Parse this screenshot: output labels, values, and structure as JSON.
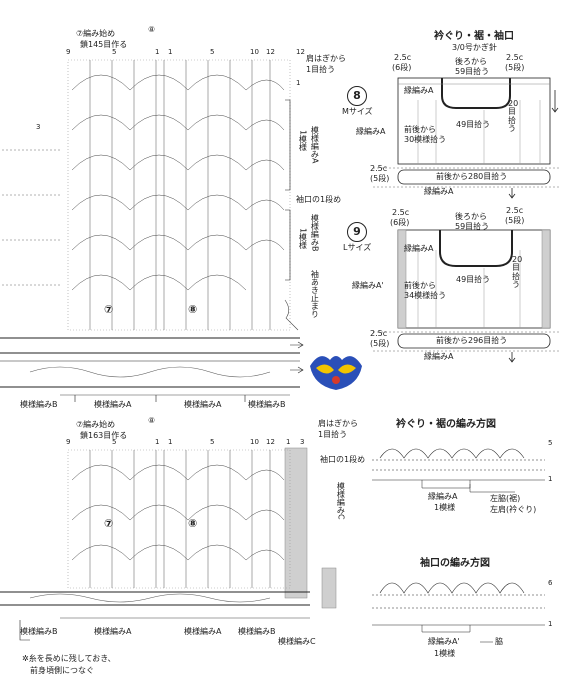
{
  "top_chart": {
    "start_note": "⑦編み始め",
    "start_count": "鎖145目作る",
    "mark8": "⑧",
    "pickup_note_1": "肩はぎから",
    "pickup_note_2": "1目拾う",
    "col_numbers": [
      "9",
      "5",
      "1",
      "1",
      "5",
      "10",
      "12",
      "12"
    ],
    "right_row_label": "1",
    "left_row_label": "3",
    "pattern_a_label": "模様編みA",
    "pattern_a_unit": "1模様",
    "sleeve_row1": "袖口の1段め",
    "pattern_b_label": "模様編みB",
    "pattern_b_unit": "1模様",
    "armhole_stop": "袖あき止まり",
    "piece_a": "⑦",
    "piece_b": "⑧",
    "bottom_labels": [
      "模様編みB",
      "模様編みA",
      "模様編みA",
      "模様編みB"
    ]
  },
  "bottom_chart": {
    "start_note": "⑦編み始め",
    "start_count": "鎖163目作る",
    "mark8": "⑧",
    "pickup_note_1": "肩はぎから",
    "pickup_note_2": "1目拾う",
    "col_numbers": [
      "9",
      "5",
      "1",
      "1",
      "5",
      "10",
      "12",
      "1",
      "3"
    ],
    "sleeve_row1": "袖口の1段め",
    "pattern_c_label": "模様編みC",
    "piece_a": "⑦",
    "piece_b": "⑧",
    "bottom_labels": [
      "模様編みB",
      "模様編みA",
      "模様編みA",
      "模様編みB",
      "模様編みC"
    ],
    "footnote_1": "✲糸を長めに残しておき、",
    "footnote_2": "前身頃側につなぐ"
  },
  "neck_section": {
    "title": "衿ぐり・裾・袖口",
    "hook": "3/0号かぎ針",
    "m": {
      "size_num": "8",
      "size_label": "Mサイズ",
      "left_count": "2.5c",
      "left_rows": "(6段)",
      "back_pick_1": "後ろから",
      "back_pick_2": "59目拾う",
      "right_count": "2.5c",
      "right_rows": "(5段)",
      "edge_a": "縁編みA",
      "edge_a2": "縁編みA",
      "front_pick_1": "前後から",
      "front_pick_2": "30模様拾う",
      "front_pick_3": "49目拾う",
      "side_pick": "20目拾う",
      "hem_count": "2.5c",
      "hem_rows": "(5段)",
      "hem_pick": "前後から280目拾う",
      "hem_edge": "縁編みA"
    },
    "l": {
      "size_num": "9",
      "size_label": "Lサイズ",
      "left_count": "2.5c",
      "left_rows": "(6段)",
      "back_pick_1": "後ろから",
      "back_pick_2": "59目拾う",
      "right_count": "2.5c",
      "right_rows": "(5段)",
      "edge_a": "縁編みA",
      "edge_a_prime": "縁編みA'",
      "front_pick_1": "前後から",
      "front_pick_2": "34模様拾う",
      "front_pick_3": "49目拾う",
      "side_pick": "20目拾う",
      "hem_count": "2.5c",
      "hem_rows": "(5段)",
      "hem_pick": "前後から296目拾う",
      "hem_edge": "縁編みA"
    }
  },
  "neck_method": {
    "title": "衿ぐり・裾の編み方図",
    "edge_label": "縁編みA",
    "unit": "1模様",
    "shoulder_1": "左脇(裾)",
    "shoulder_2": "左肩(衿ぐり)",
    "row_top": "5",
    "row_bottom": "1"
  },
  "cuff_method": {
    "title": "袖口の編み方図",
    "edge_label": "縁編みA'",
    "unit": "1模様",
    "edge_note": "脇",
    "row_top": "6",
    "row_bottom": "1"
  },
  "colors": {
    "ink": "#222222",
    "gray_panel": "#cfcfcf",
    "mask_blue": "#2a4fb8",
    "mask_yellow": "#f2c400",
    "mask_red": "#d63a2a"
  }
}
